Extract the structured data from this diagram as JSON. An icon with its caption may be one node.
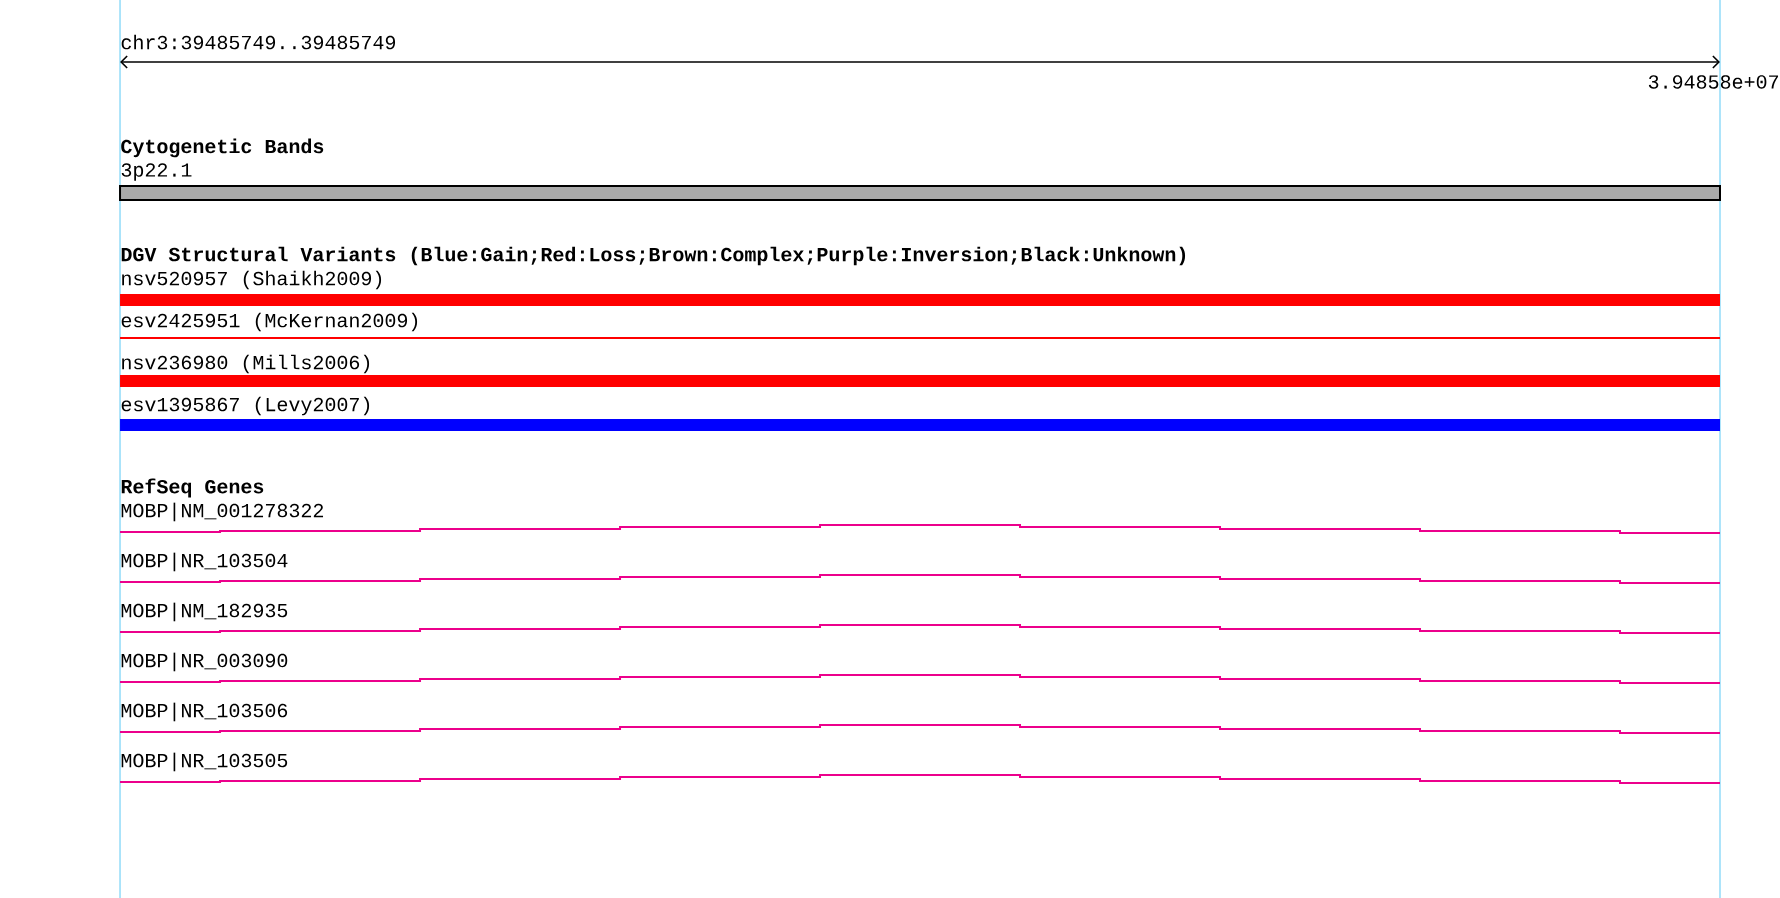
{
  "diagram": {
    "nodes": [
      {
        "text": [
          "3p22.1"
        ]
      },
      {
        "text": [
          "nsv520957 (Shaikh2009)"
        ]
      },
      {
        "text": [
          "esv2425951 (McKernan2009)"
        ]
      },
      {
        "text": [
          "nsv236980 (Mills2006)"
        ]
      },
      {
        "text": [
          "esv1395867 (Levy2007)"
        ]
      },
      {
        "text": [
          "MOBP|NM_001278322"
        ]
      },
      {
        "text": [
          "MOBP|NR_103504"
        ]
      },
      {
        "text": [
          "MOBP|NM_182935"
        ]
      },
      {
        "text": [
          "MOBP|NR_003090"
        ]
      },
      {
        "text": [
          "MOBP|NR_103506"
        ]
      },
      {
        "text": [
          "MOBP|NR_103505"
        ]
      }
    ],
    "labels": [
      "chr3:39485749..39485749",
      "3.94858e+07",
      "Cytogenetic Bands",
      "DGV Structural Variants (Blue:Gain;Red:Loss;Brown:Complex;Purple:Inversion;Black:Unknown)",
      "RefSeq Genes"
    ]
  }
}
